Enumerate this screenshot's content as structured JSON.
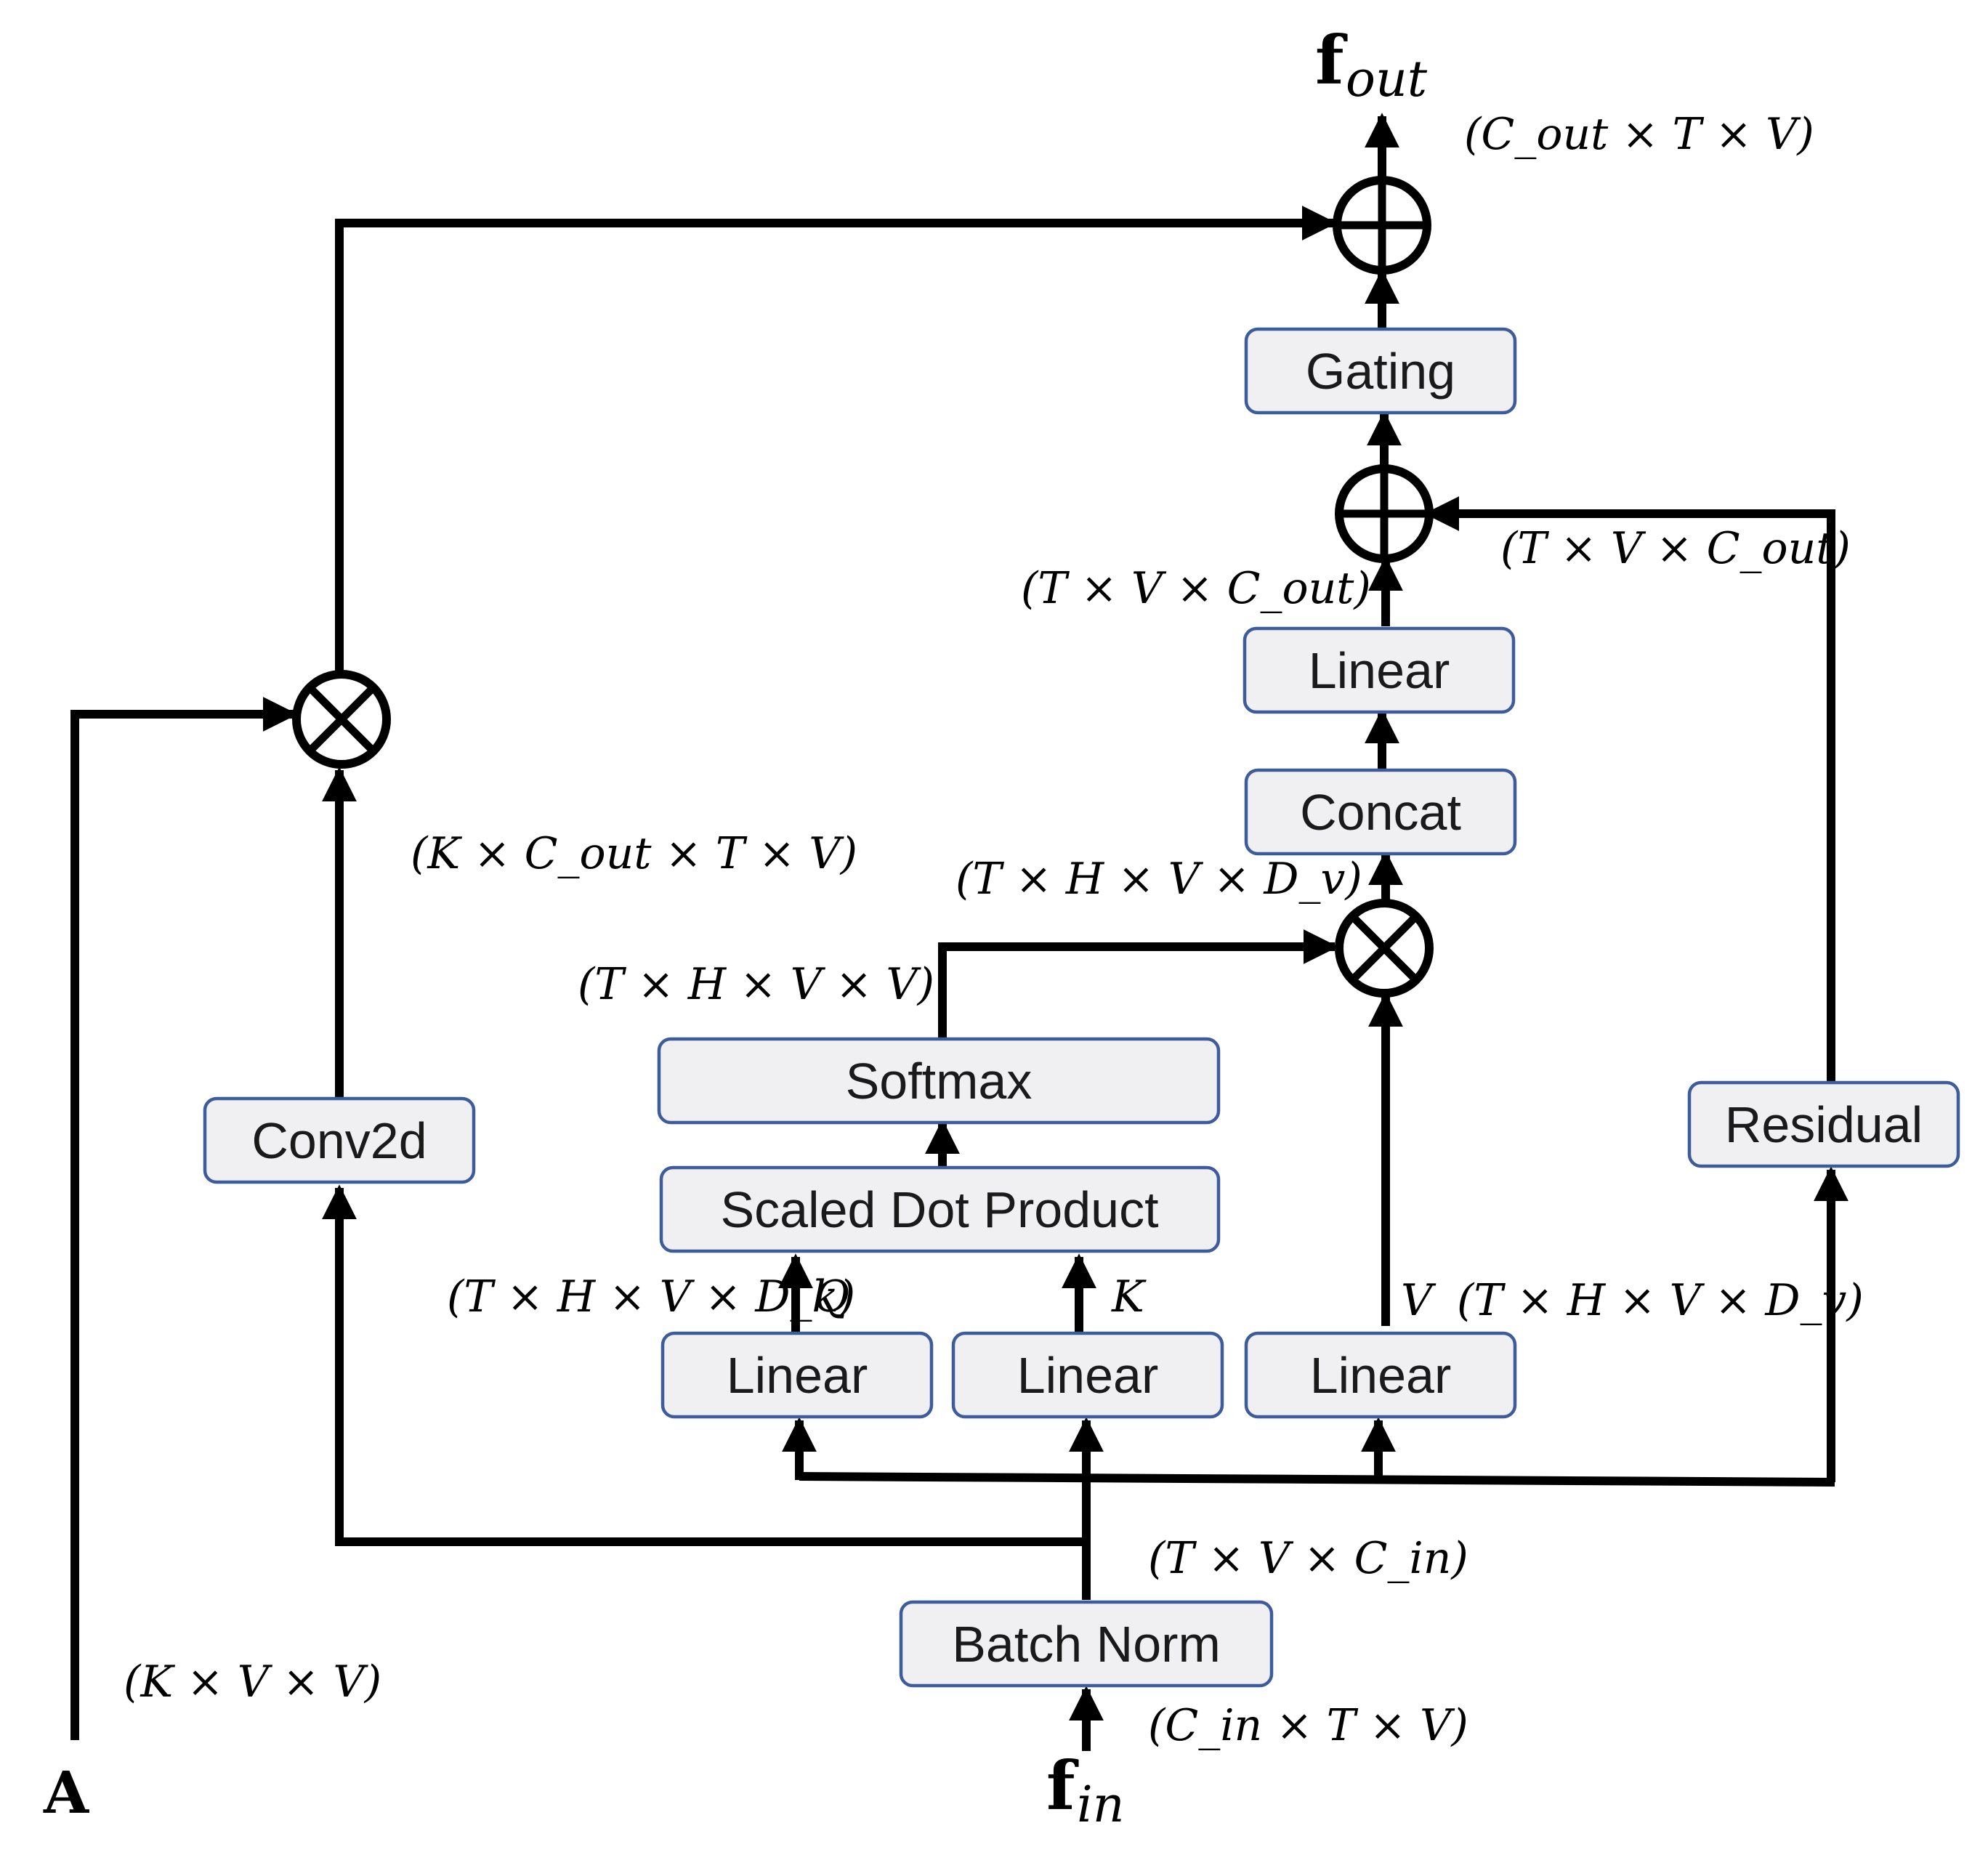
{
  "blocks": {
    "gating": "Gating",
    "linear_out": "Linear",
    "concat": "Concat",
    "softmax": "Softmax",
    "scaled_dot_product": "Scaled Dot Product",
    "linear_q": "Linear",
    "linear_k": "Linear",
    "linear_v": "Linear",
    "conv2d": "Conv2d",
    "residual": "Residual",
    "batch_norm": "Batch Norm"
  },
  "symbols": {
    "f_out_base": "f",
    "f_out_sub": "out",
    "f_in_base": "f",
    "f_in_sub": "in",
    "A": "A"
  },
  "labels": {
    "q": "Q",
    "k": "K",
    "v": "V",
    "dim_out_top": "(C_out × T × V)",
    "dim_residual": "(T × V × C_out)",
    "dim_linear_out": "(T × V × C_out)",
    "dim_conv": "(K × C_out × T × V)",
    "dim_concat_in": "(T × H × V × D_v)",
    "dim_softmax": "(T × H × V × V)",
    "dim_q": "(T × H × V × D_k)",
    "dim_v": "(T × H × V × D_v)",
    "dim_bn_out": "(T × V × C_in)",
    "dim_in": "(C_in × T × V)",
    "dim_A": "(K × V × V)"
  }
}
